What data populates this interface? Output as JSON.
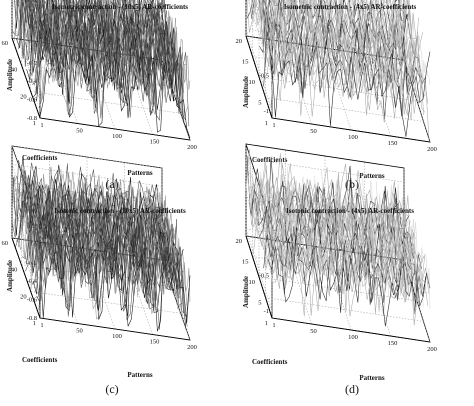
{
  "chart_data": [
    {
      "id": "a",
      "type": "surface",
      "title": "Isometric contraction - (10x5) AR-coefficients",
      "caption": "(a)",
      "xlabel": "Patterns",
      "ylabel": "Coefficients",
      "zlabel": "Amplitude",
      "x_ticks": [
        "1",
        "50",
        "100",
        "150",
        "200"
      ],
      "y_ticks": [
        "60",
        "40",
        "20",
        "1"
      ],
      "z_ticks": [
        "0.2",
        "0",
        "-0.2",
        "-0.4",
        "-0.6",
        "-0.8"
      ],
      "xlim": [
        1,
        200
      ],
      "ylim": [
        1,
        60
      ],
      "zlim": [
        -0.8,
        0.2
      ],
      "grid": true
    },
    {
      "id": "b",
      "type": "surface",
      "title": "Isometric contraction -   (4x5) AR-coefficients",
      "caption": "(b)",
      "xlabel": "Patterns",
      "ylabel": "Coefficients",
      "zlabel": "Amplitude",
      "x_ticks": [
        "1",
        "50",
        "100",
        "150",
        "200"
      ],
      "y_ticks": [
        "20",
        "15",
        "10",
        "5",
        "1"
      ],
      "z_ticks": [
        "0",
        "-0.5",
        "-1"
      ],
      "xlim": [
        1,
        200
      ],
      "ylim": [
        1,
        20
      ],
      "zlim": [
        -1.1,
        0.2
      ],
      "grid": true
    },
    {
      "id": "c",
      "type": "surface",
      "title": "Isotonic contraction - (10x5) AR-coefficients",
      "caption": "(c)",
      "xlabel": "Patterns",
      "ylabel": "Coefficients",
      "zlabel": "Amplitude",
      "x_ticks": [
        "1",
        "50",
        "100",
        "150",
        "200"
      ],
      "y_ticks": [
        "60",
        "40",
        "20",
        "1"
      ],
      "z_ticks": [
        "0.2",
        "0",
        "-0.2",
        "-0.4",
        "-0.6",
        "-0.8"
      ],
      "xlim": [
        1,
        200
      ],
      "ylim": [
        1,
        60
      ],
      "zlim": [
        -0.8,
        0.2
      ],
      "grid": true
    },
    {
      "id": "d",
      "type": "surface",
      "title": "Isotonic contraction -   (4x5) AR-coefficients",
      "caption": "(d)",
      "xlabel": "Patterns",
      "ylabel": "Coefficients",
      "zlabel": "Amplitude",
      "x_ticks": [
        "1",
        "50",
        "100",
        "150",
        "200"
      ],
      "y_ticks": [
        "20",
        "15",
        "10",
        "5",
        "1"
      ],
      "z_ticks": [
        "0",
        "-0.5",
        "-1"
      ],
      "xlim": [
        1,
        200
      ],
      "ylim": [
        1,
        20
      ],
      "zlim": [
        -1.1,
        0.2
      ],
      "grid": true
    }
  ]
}
